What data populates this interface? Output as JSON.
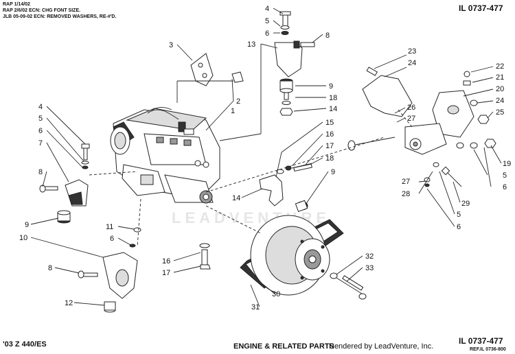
{
  "revisions": [
    "RAP 1/14/02",
    "RAP 2/6/02 ECN: CHG FONT SIZE.",
    "JLB 05-09-02 ECN: REMOVED WASHERS, RE-#'D."
  ],
  "ref_top": "IL 0737-477",
  "footer": {
    "model": "'03 Z 440/ES",
    "title": "ENGINE & RELATED PARTS",
    "rendered_by": "Rendered by LeadVenture, Inc.",
    "ref_bottom": "IL 0737-477",
    "ref_il": "REF.IL 0736-800"
  },
  "watermark": "LEADVENTURE",
  "callouts": [
    {
      "id": "c4a",
      "label": "4"
    },
    {
      "id": "c5a",
      "label": "5"
    },
    {
      "id": "c6a",
      "label": "6"
    },
    {
      "id": "c8a",
      "label": "8"
    },
    {
      "id": "c13",
      "label": "13"
    },
    {
      "id": "c3",
      "label": "3"
    },
    {
      "id": "c9a",
      "label": "9"
    },
    {
      "id": "c18a",
      "label": "18"
    },
    {
      "id": "c14a",
      "label": "14"
    },
    {
      "id": "c2",
      "label": "2"
    },
    {
      "id": "c1",
      "label": "1"
    },
    {
      "id": "c23",
      "label": "23"
    },
    {
      "id": "c24a",
      "label": "24"
    },
    {
      "id": "c22",
      "label": "22"
    },
    {
      "id": "c21",
      "label": "21"
    },
    {
      "id": "c20",
      "label": "20"
    },
    {
      "id": "c24b",
      "label": "24"
    },
    {
      "id": "c25",
      "label": "25"
    },
    {
      "id": "c26",
      "label": "26"
    },
    {
      "id": "c27a",
      "label": "27"
    },
    {
      "id": "c19",
      "label": "19"
    },
    {
      "id": "c5d",
      "label": "5"
    },
    {
      "id": "c6d",
      "label": "6"
    },
    {
      "id": "c27b",
      "label": "27"
    },
    {
      "id": "c28",
      "label": "28"
    },
    {
      "id": "c29",
      "label": "29"
    },
    {
      "id": "c5e",
      "label": "5"
    },
    {
      "id": "c6e",
      "label": "6"
    },
    {
      "id": "c15",
      "label": "15"
    },
    {
      "id": "c16a",
      "label": "16"
    },
    {
      "id": "c17a",
      "label": "17"
    },
    {
      "id": "c18b",
      "label": "18"
    },
    {
      "id": "c9b",
      "label": "9"
    },
    {
      "id": "c14b",
      "label": "14"
    },
    {
      "id": "c4b",
      "label": "4"
    },
    {
      "id": "c5b",
      "label": "5"
    },
    {
      "id": "c6b",
      "label": "6"
    },
    {
      "id": "c7",
      "label": "7"
    },
    {
      "id": "c8b",
      "label": "8"
    },
    {
      "id": "c9c",
      "label": "9"
    },
    {
      "id": "c10",
      "label": "10"
    },
    {
      "id": "c11",
      "label": "11"
    },
    {
      "id": "c6c",
      "label": "6"
    },
    {
      "id": "c8c",
      "label": "8"
    },
    {
      "id": "c12",
      "label": "12"
    },
    {
      "id": "c16b",
      "label": "16"
    },
    {
      "id": "c17b",
      "label": "17"
    },
    {
      "id": "c30",
      "label": "30"
    },
    {
      "id": "c31",
      "label": "31"
    },
    {
      "id": "c32",
      "label": "32"
    },
    {
      "id": "c33",
      "label": "33"
    }
  ]
}
